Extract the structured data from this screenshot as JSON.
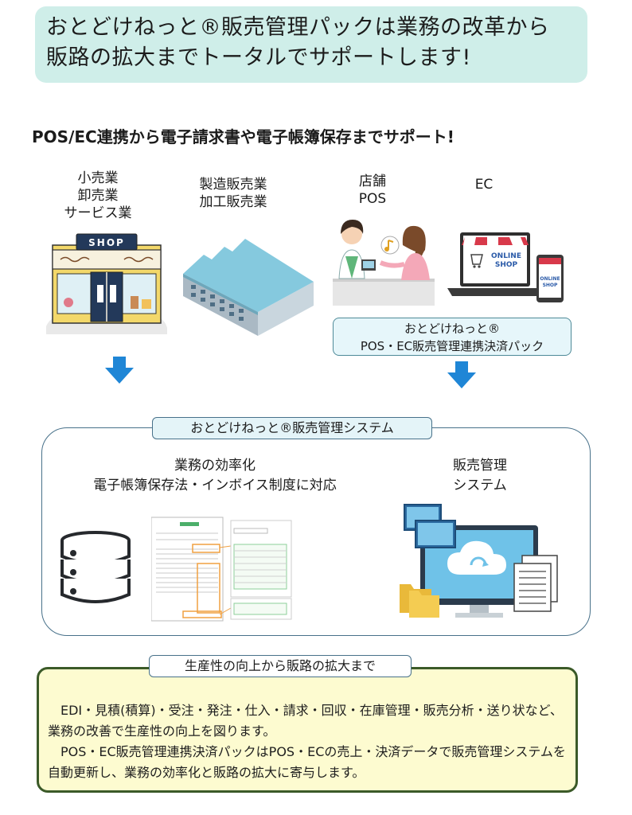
{
  "header": {
    "line1": "おとどけねっと®販売管理パックは業務の改革から",
    "line2": "販路の拡大までトータルでサポートします!"
  },
  "support_title": "POS/EC連携から電子請求書や電子帳簿保存までサポート!",
  "categories": {
    "retail": [
      "小売業",
      "卸売業",
      "サービス業"
    ],
    "manufacturing": [
      "製造販売業",
      "加工販売業"
    ],
    "store": [
      "店舗",
      "POS"
    ],
    "ec": [
      "EC"
    ]
  },
  "illustrations": {
    "shop_sign": "SHOP",
    "online_shop_laptop": [
      "ONLINE",
      "SHOP"
    ],
    "online_shop_phone": [
      "ONLINE",
      "SHOP"
    ]
  },
  "pack_box": {
    "line1": "おとどけねっと®",
    "line2": "POS・EC販売管理連携決済パック"
  },
  "system": {
    "tab_label": "おとどけねっと®販売管理システム",
    "efficiency_line1": "業務の効率化",
    "efficiency_line2": "電子帳簿保存法・インボイス制度に対応",
    "sales_line1": "販売管理",
    "sales_line2": "システム"
  },
  "bottom": {
    "tab_label": "生産性の向上から販路の拡大まで",
    "paragraph1": "EDI・見積(積算)・受注・発注・仕入・請求・回収・在庫管理・販売分析・送り状など、業務の改善で生産性の向上を図ります。",
    "paragraph2": "POS・EC販売管理連携決済パックはPOS・ECの売上・決済データで販売管理システムを自動更新し、業務の効率化と販路の拡大に寄与します。"
  },
  "colors": {
    "header_bg": "#cfeee9",
    "arrow": "#1f86d6",
    "frame": "#48718a",
    "bottom_bg": "#fdfbd0",
    "bottom_border": "#3b5a28"
  },
  "icons": [
    "shop-icon",
    "factory-icon",
    "pos-checkout-icon",
    "online-shop-icon",
    "down-arrow-icon",
    "database-icon",
    "invoice-document-icon",
    "cloud-computer-icon"
  ]
}
